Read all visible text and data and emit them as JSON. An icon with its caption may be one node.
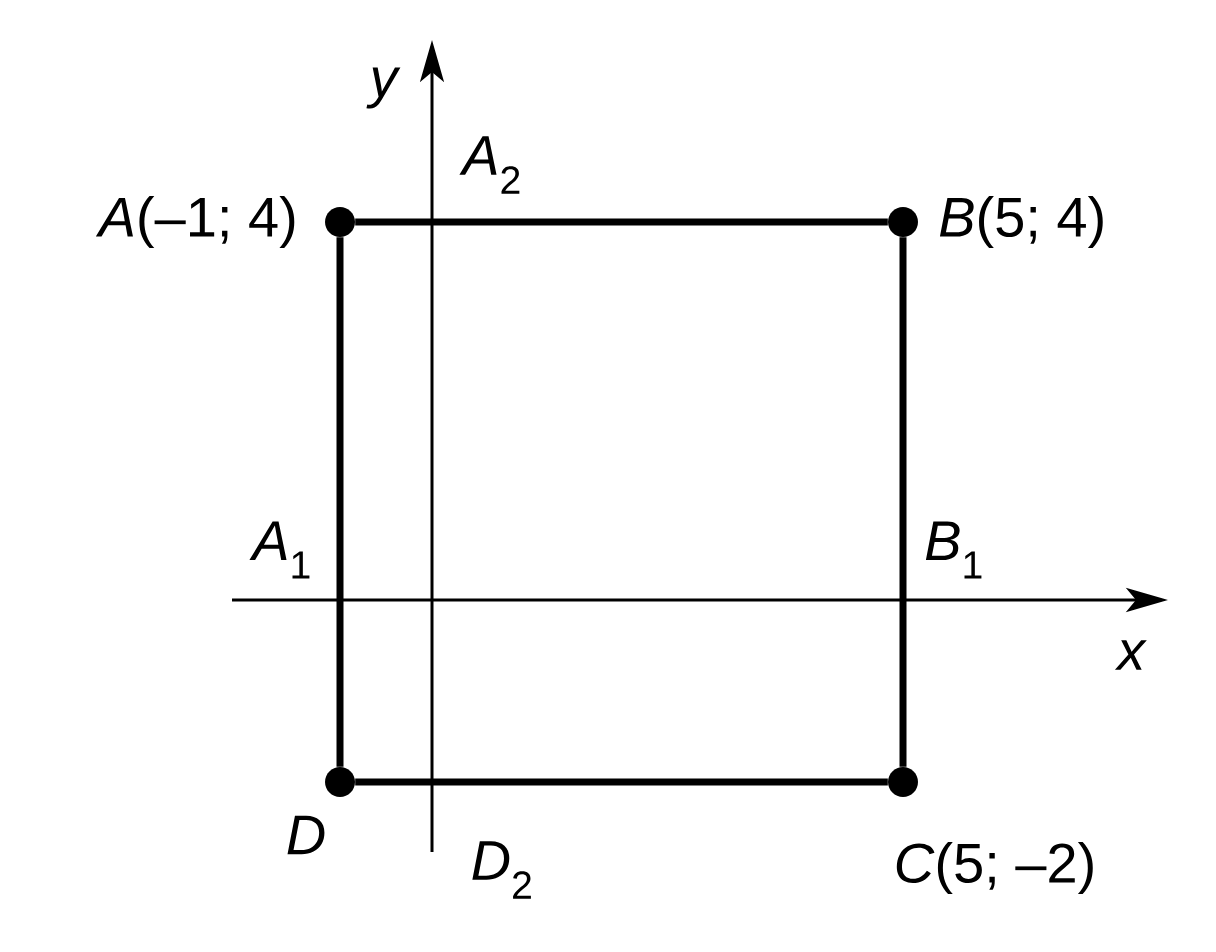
{
  "diagram": {
    "nodes": [
      {
        "text": [],
        "shape": "circle",
        "beside": [
          "*A*(–1; 4)"
        ]
      },
      {
        "text": [],
        "shape": "circle",
        "beside": [
          "*B*(5; 4)"
        ]
      },
      {
        "text": [],
        "shape": "circle",
        "beside": [
          "*C*(5; –2)"
        ]
      },
      {
        "text": [],
        "shape": "circle",
        "beside": [
          "*D*"
        ]
      }
    ],
    "edges": [
      {
        "from": 0,
        "to": 1,
        "arrow": "none"
      },
      {
        "from": 1,
        "to": 2,
        "arrow": "none"
      },
      {
        "from": 2,
        "to": 3,
        "arrow": "none"
      },
      {
        "from": 3,
        "to": 0,
        "arrow": "none"
      }
    ],
    "labels": [
      "*y*",
      "*A*$_{2}$",
      "*A*$_{1}$",
      "*B*$_{1}$",
      "*x*",
      "*D*$_{2}$"
    ]
  }
}
